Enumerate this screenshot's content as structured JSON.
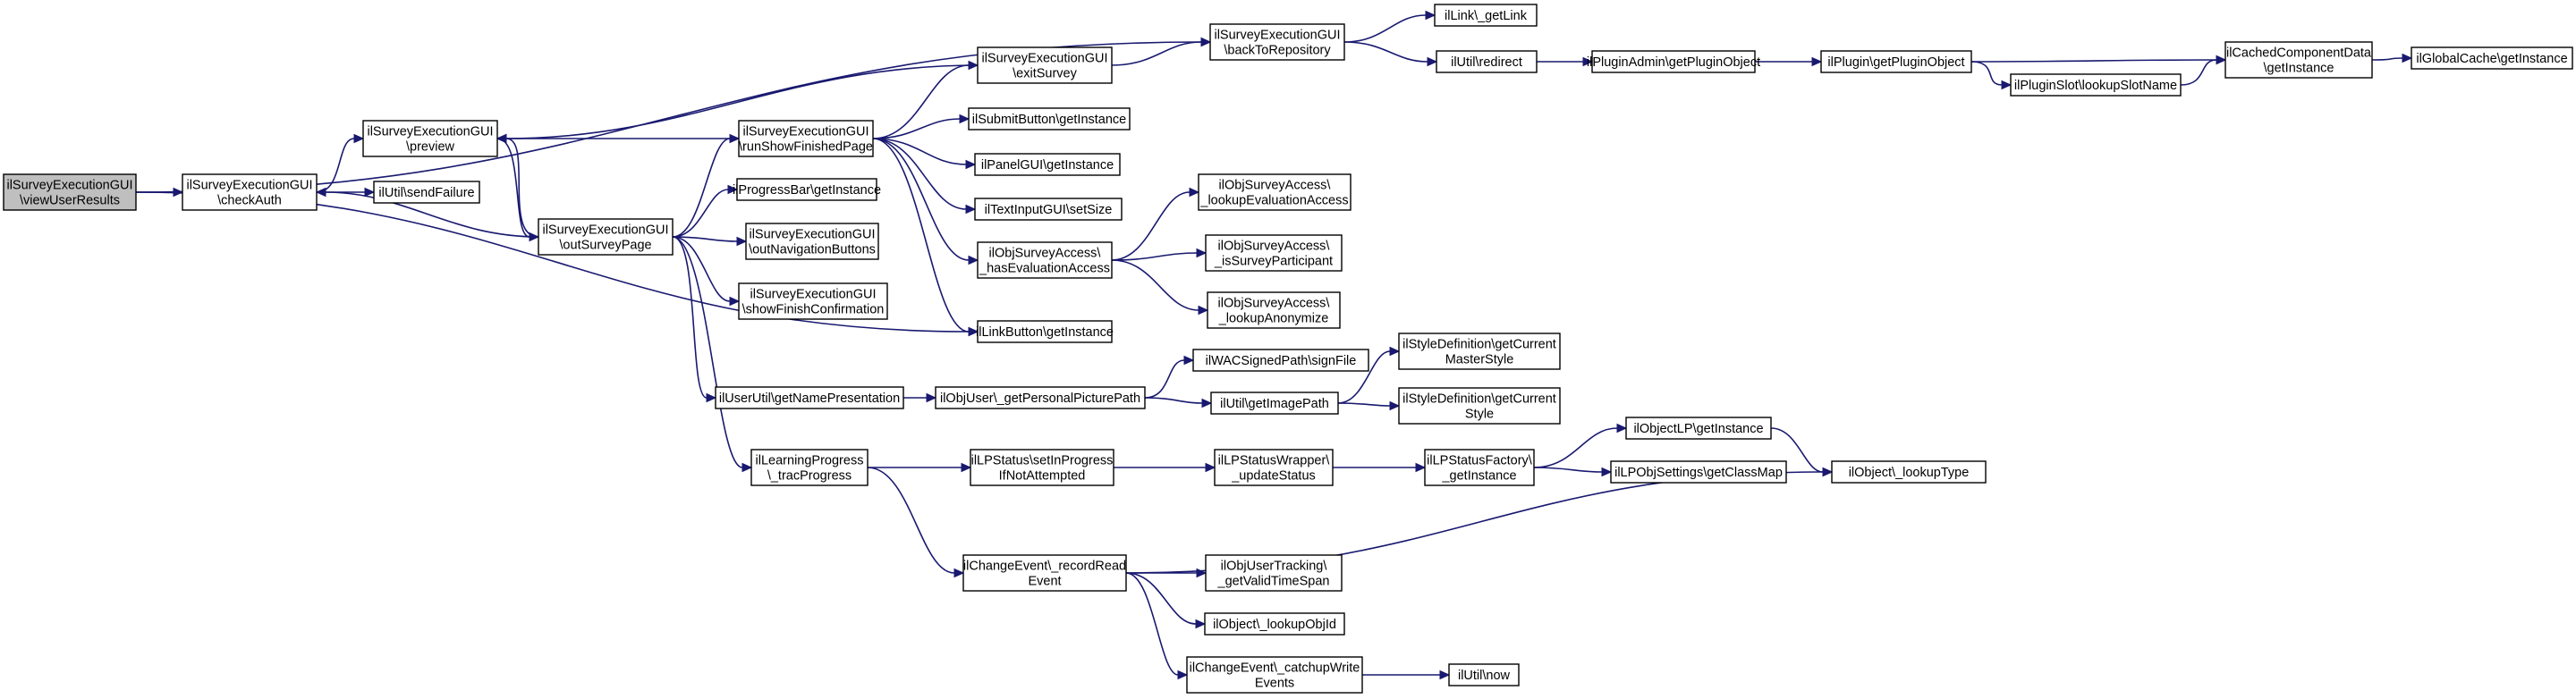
{
  "graph": {
    "root": "n0",
    "colors": {
      "edge": "#191970",
      "node_border": "#000000",
      "root_fill": "#bfbfbf",
      "node_fill": "#ffffff"
    },
    "nodes": [
      {
        "id": "n0",
        "lines": [
          "ilSurveyExecutionGUI",
          "\\viewUserResults"
        ]
      },
      {
        "id": "n1",
        "lines": [
          "ilSurveyExecutionGUI",
          "\\checkAuth"
        ]
      },
      {
        "id": "n2",
        "lines": [
          "ilSurveyExecutionGUI",
          "\\preview"
        ]
      },
      {
        "id": "n3",
        "lines": [
          "ilUtil\\sendFailure"
        ]
      },
      {
        "id": "n4",
        "lines": [
          "ilSurveyExecutionGUI",
          "\\outSurveyPage"
        ]
      },
      {
        "id": "n5",
        "lines": [
          "ilSurveyExecutionGUI",
          "\\backToRepository"
        ]
      },
      {
        "id": "n6",
        "lines": [
          "ilSurveyExecutionGUI",
          "\\exitSurvey"
        ]
      },
      {
        "id": "n7",
        "lines": [
          "ilSurveyExecutionGUI",
          "\\runShowFinishedPage"
        ]
      },
      {
        "id": "n8",
        "lines": [
          "ilProgressBar\\getInstance"
        ]
      },
      {
        "id": "n9",
        "lines": [
          "ilSurveyExecutionGUI",
          "\\outNavigationButtons"
        ]
      },
      {
        "id": "n10",
        "lines": [
          "ilSurveyExecutionGUI",
          "\\showFinishConfirmation"
        ]
      },
      {
        "id": "n11",
        "lines": [
          "ilLinkButton\\getInstance"
        ]
      },
      {
        "id": "n12",
        "lines": [
          "ilUserUtil\\getNamePresentation"
        ]
      },
      {
        "id": "n13",
        "lines": [
          "ilLearningProgress",
          "\\_tracProgress"
        ]
      },
      {
        "id": "n14",
        "lines": [
          "ilLink\\_getLink"
        ]
      },
      {
        "id": "n15",
        "lines": [
          "ilUtil\\redirect"
        ]
      },
      {
        "id": "n16",
        "lines": [
          "ilSubmitButton\\getInstance"
        ]
      },
      {
        "id": "n17",
        "lines": [
          "ilPanelGUI\\getInstance"
        ]
      },
      {
        "id": "n18",
        "lines": [
          "ilTextInputGUI\\setSize"
        ]
      },
      {
        "id": "n19",
        "lines": [
          "ilObjSurveyAccess\\",
          "_hasEvaluationAccess"
        ]
      },
      {
        "id": "n20",
        "lines": [
          "ilObjUser\\_getPersonalPicturePath"
        ]
      },
      {
        "id": "n21",
        "lines": [
          "ilLPStatus\\setInProgress",
          "IfNotAttempted"
        ]
      },
      {
        "id": "n22",
        "lines": [
          "ilChangeEvent\\_recordRead",
          "Event"
        ]
      },
      {
        "id": "n23",
        "lines": [
          "ilObjSurveyAccess\\",
          "_lookupEvaluationAccess"
        ]
      },
      {
        "id": "n24",
        "lines": [
          "ilObjSurveyAccess\\",
          "_isSurveyParticipant"
        ]
      },
      {
        "id": "n25",
        "lines": [
          "ilObjSurveyAccess\\",
          "_lookupAnonymize"
        ]
      },
      {
        "id": "n26",
        "lines": [
          "ilWACSignedPath\\signFile"
        ]
      },
      {
        "id": "n27",
        "lines": [
          "ilUtil\\getImagePath"
        ]
      },
      {
        "id": "n28",
        "lines": [
          "ilLPStatusWrapper\\",
          "_updateStatus"
        ]
      },
      {
        "id": "n29",
        "lines": [
          "ilObjUserTracking\\",
          "_getValidTimeSpan"
        ]
      },
      {
        "id": "n30",
        "lines": [
          "ilObject\\_lookupObjId"
        ]
      },
      {
        "id": "n31",
        "lines": [
          "ilChangeEvent\\_catchupWrite",
          "Events"
        ]
      },
      {
        "id": "n32",
        "lines": [
          "ilPluginAdmin\\getPluginObject"
        ]
      },
      {
        "id": "n33",
        "lines": [
          "ilStyleDefinition\\getCurrent",
          "MasterStyle"
        ]
      },
      {
        "id": "n34",
        "lines": [
          "ilStyleDefinition\\getCurrent",
          "Style"
        ]
      },
      {
        "id": "n35",
        "lines": [
          "ilLPStatusFactory\\",
          "_getInstance"
        ]
      },
      {
        "id": "n36",
        "lines": [
          "ilUtil\\now"
        ]
      },
      {
        "id": "n37",
        "lines": [
          "ilPlugin\\getPluginObject"
        ]
      },
      {
        "id": "n38",
        "lines": [
          "ilObjectLP\\getInstance"
        ]
      },
      {
        "id": "n39",
        "lines": [
          "ilLPObjSettings\\getClassMap"
        ]
      },
      {
        "id": "n40",
        "lines": [
          "ilPluginSlot\\lookupSlotName"
        ]
      },
      {
        "id": "n41",
        "lines": [
          "ilCachedComponentData",
          "\\getInstance"
        ]
      },
      {
        "id": "n42",
        "lines": [
          "ilObject\\_lookupType"
        ]
      },
      {
        "id": "n43",
        "lines": [
          "ilGlobalCache\\getInstance"
        ]
      }
    ],
    "edges": [
      [
        "n0",
        "n1"
      ],
      [
        "n0",
        "n5"
      ],
      [
        "n0",
        "n11"
      ],
      [
        "n1",
        "n2"
      ],
      [
        "n1",
        "n3"
      ],
      [
        "n2",
        "n4"
      ],
      [
        "n4",
        "n1"
      ],
      [
        "n4",
        "n2"
      ],
      [
        "n4",
        "n7"
      ],
      [
        "n4",
        "n8"
      ],
      [
        "n4",
        "n9"
      ],
      [
        "n4",
        "n10"
      ],
      [
        "n4",
        "n12"
      ],
      [
        "n4",
        "n13"
      ],
      [
        "n6",
        "n2"
      ],
      [
        "n6",
        "n5"
      ],
      [
        "n7",
        "n2"
      ],
      [
        "n7",
        "n6"
      ],
      [
        "n7",
        "n16"
      ],
      [
        "n7",
        "n17"
      ],
      [
        "n7",
        "n18"
      ],
      [
        "n7",
        "n19"
      ],
      [
        "n7",
        "n11"
      ],
      [
        "n5",
        "n14"
      ],
      [
        "n5",
        "n15"
      ],
      [
        "n15",
        "n32"
      ],
      [
        "n32",
        "n37"
      ],
      [
        "n37",
        "n40"
      ],
      [
        "n37",
        "n41"
      ],
      [
        "n40",
        "n41"
      ],
      [
        "n41",
        "n43"
      ],
      [
        "n19",
        "n23"
      ],
      [
        "n19",
        "n24"
      ],
      [
        "n19",
        "n25"
      ],
      [
        "n12",
        "n20"
      ],
      [
        "n20",
        "n26"
      ],
      [
        "n20",
        "n27"
      ],
      [
        "n27",
        "n33"
      ],
      [
        "n27",
        "n34"
      ],
      [
        "n13",
        "n21"
      ],
      [
        "n13",
        "n22"
      ],
      [
        "n21",
        "n28"
      ],
      [
        "n28",
        "n35"
      ],
      [
        "n35",
        "n38"
      ],
      [
        "n35",
        "n39"
      ],
      [
        "n38",
        "n42"
      ],
      [
        "n22",
        "n42"
      ],
      [
        "n22",
        "n29"
      ],
      [
        "n22",
        "n30"
      ],
      [
        "n22",
        "n31"
      ],
      [
        "n31",
        "n36"
      ]
    ]
  }
}
